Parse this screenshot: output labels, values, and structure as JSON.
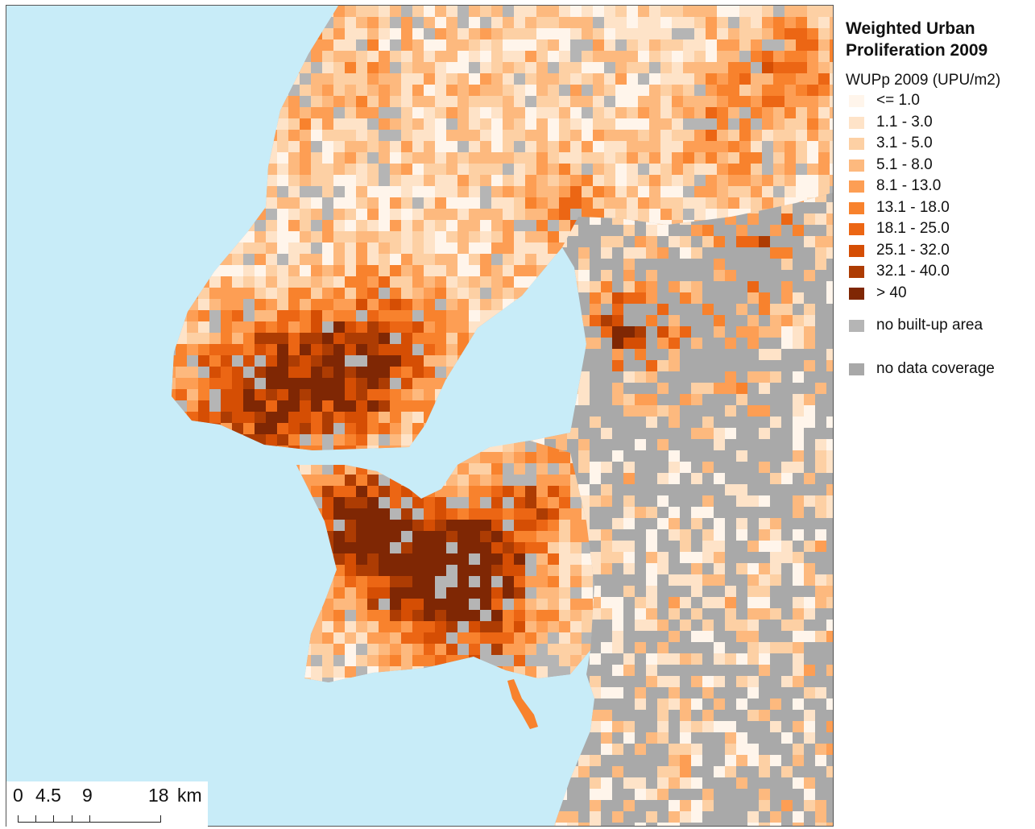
{
  "legend": {
    "title": "Weighted Urban Proliferation 2009",
    "subtitle": "WUPp 2009 (UPU/m2)",
    "classes": [
      {
        "label": "<= 1.0",
        "color": "#fff5eb"
      },
      {
        "label": "1.1 - 3.0",
        "color": "#fee3c8"
      },
      {
        "label": "3.1 - 5.0",
        "color": "#fdd0a4"
      },
      {
        "label": "5.1 - 8.0",
        "color": "#fdb97e"
      },
      {
        "label": "8.1 - 13.0",
        "color": "#fd9e54"
      },
      {
        "label": "13.1 - 18.0",
        "color": "#f8822d"
      },
      {
        "label": "18.1 - 25.0",
        "color": "#ec6614"
      },
      {
        "label": "25.1 - 32.0",
        "color": "#d54e04"
      },
      {
        "label": "32.1 - 40.0",
        "color": "#ad3c03"
      },
      {
        "label": "> 40",
        "color": "#7f2704"
      }
    ],
    "no_built_up": {
      "label": "no built-up area",
      "color": "#b5b5b5"
    },
    "no_data": {
      "label": "no data coverage",
      "color": "#a8a8a8"
    }
  },
  "scalebar": {
    "labels": [
      "0",
      "4.5",
      "9",
      "18"
    ],
    "unit": "km"
  },
  "colors": {
    "water": "#c8ecf8",
    "land_gray": "#a9a9a9"
  }
}
